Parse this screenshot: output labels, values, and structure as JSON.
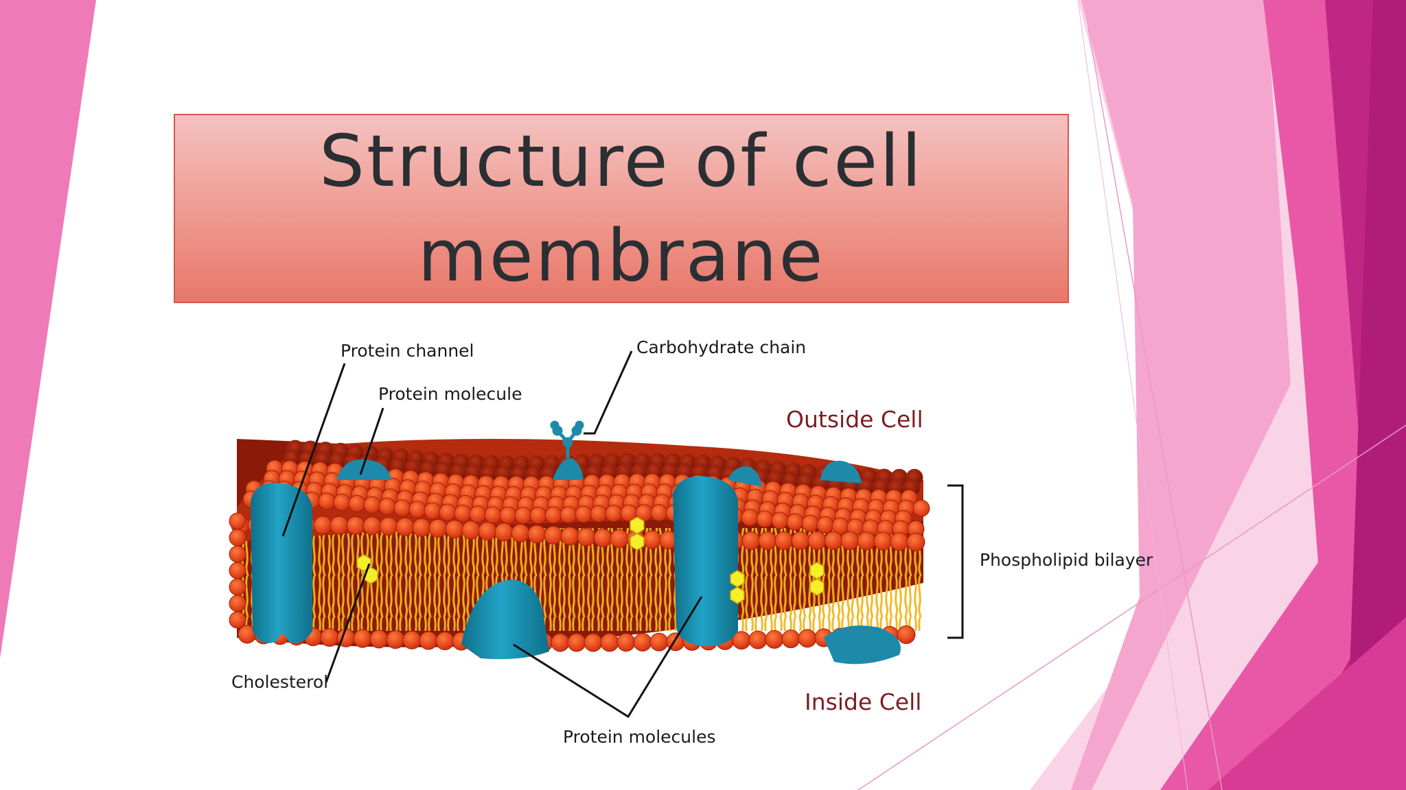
{
  "slide": {
    "title": "Structure of cell membrane"
  },
  "diagram": {
    "labels": {
      "protein_channel": "Protein channel",
      "protein_molecule": "Protein molecule",
      "carbohydrate_chain": "Carbohydrate chain",
      "outside_cell": "Outside Cell",
      "inside_cell": "Inside Cell",
      "phospholipid_bilayer": "Phospholipid bilayer",
      "cholesterol": "Cholesterol",
      "protein_molecules": "Protein molecules"
    }
  },
  "colors": {
    "accent_pink": "#e0208a",
    "head_orange": "#e8421a",
    "tail_yellow": "#f2b51c",
    "protein_teal": "#1d93b4",
    "cholesterol_yellow": "#f5ee2a",
    "label_red": "#7d1d22"
  }
}
